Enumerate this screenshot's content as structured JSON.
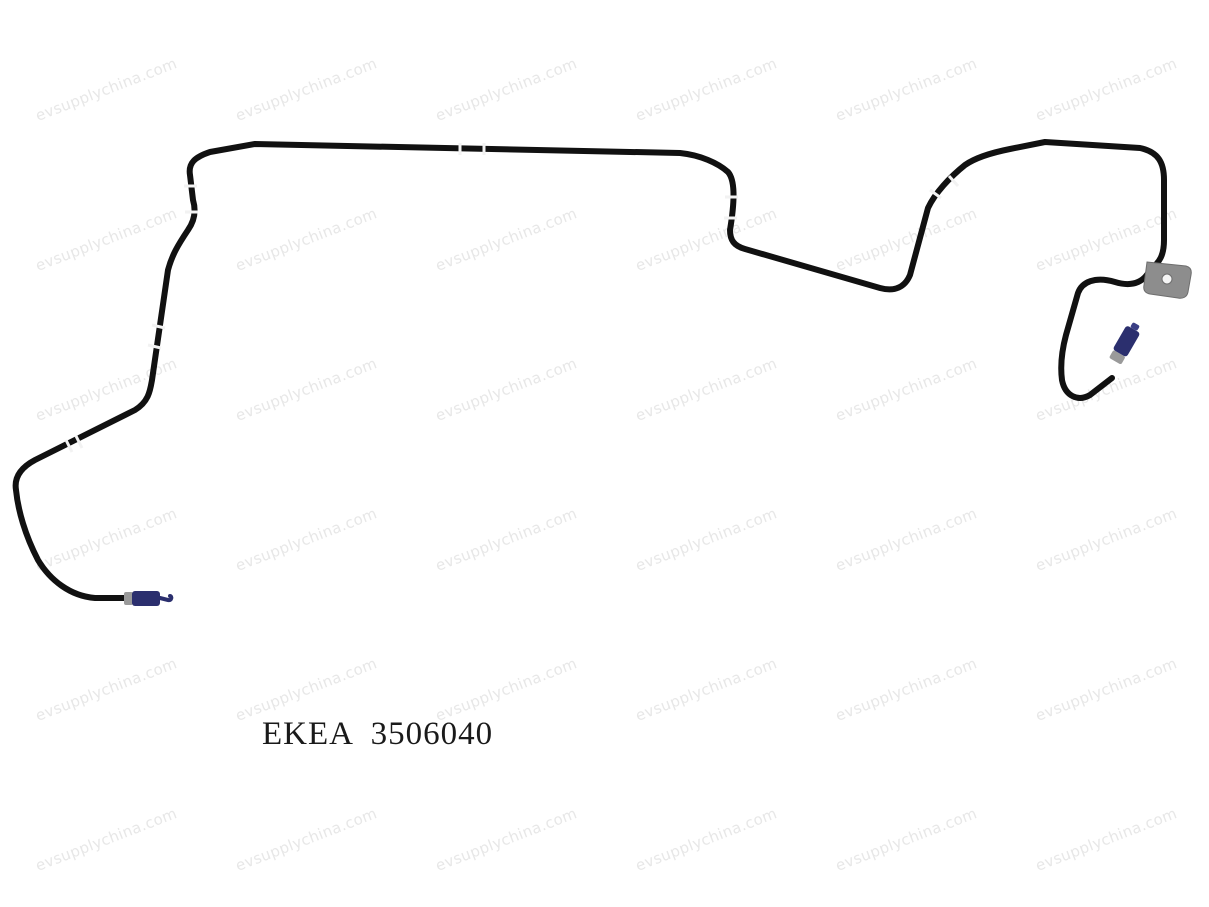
{
  "image": {
    "subject": "brake-line-pipe",
    "part_number_label": "EKEA  3506040",
    "watermark_text": "evsupplychina.com",
    "colors": {
      "background": "#ffffff",
      "pipe": "#111111",
      "fitting_nut": "#2b2f6e",
      "fitting_tip": "#9a9a9a",
      "bracket": "#8d8d8d",
      "watermark": "#e7e7e7"
    }
  }
}
